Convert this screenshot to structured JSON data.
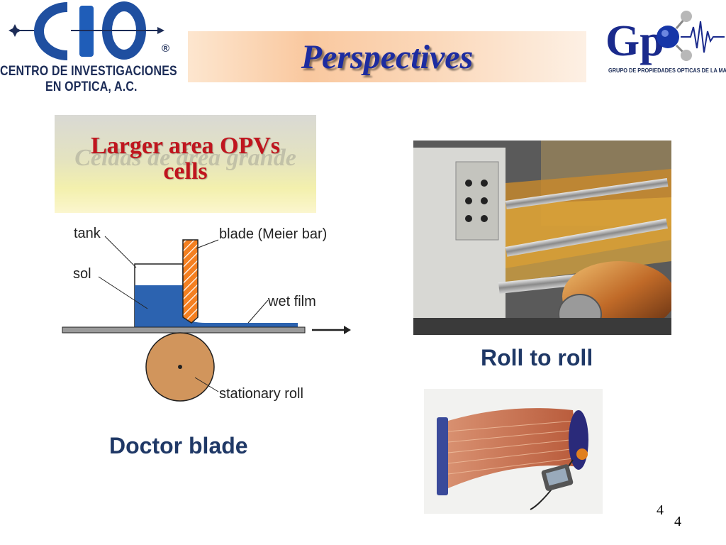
{
  "header": {
    "title": "Perspectives",
    "cio_logo": {
      "line1": "CENTRO DE INVESTIGACIONES",
      "line2": "EN OPTICA, A.C.",
      "registered": "®"
    },
    "gpom_logo": {
      "mark": "Gp",
      "caption": "GRUPO DE PROPIEDADES OPTICAS DE LA MATERIA"
    }
  },
  "left_panel": {
    "heading_line1": "Larger area OPVs",
    "heading_line2": "cells",
    "ghost_text": "Celdas de área grande",
    "diagram": {
      "labels": {
        "tank": "tank",
        "blade": "blade (Meier bar)",
        "sol": "sol",
        "wet_film": "wet film",
        "roll": "stationary roll"
      }
    },
    "caption": "Doctor blade"
  },
  "right_panel": {
    "caption": "Roll to roll"
  },
  "page_numbers": [
    "4",
    "4"
  ],
  "colors": {
    "title_blue": "#1d2ca0",
    "heading_red": "#c0151e",
    "caption_navy": "#1f3866",
    "sol_blue": "#2c63b0",
    "blade_orange": "#f47f20",
    "roll_brown": "#d1955c"
  }
}
